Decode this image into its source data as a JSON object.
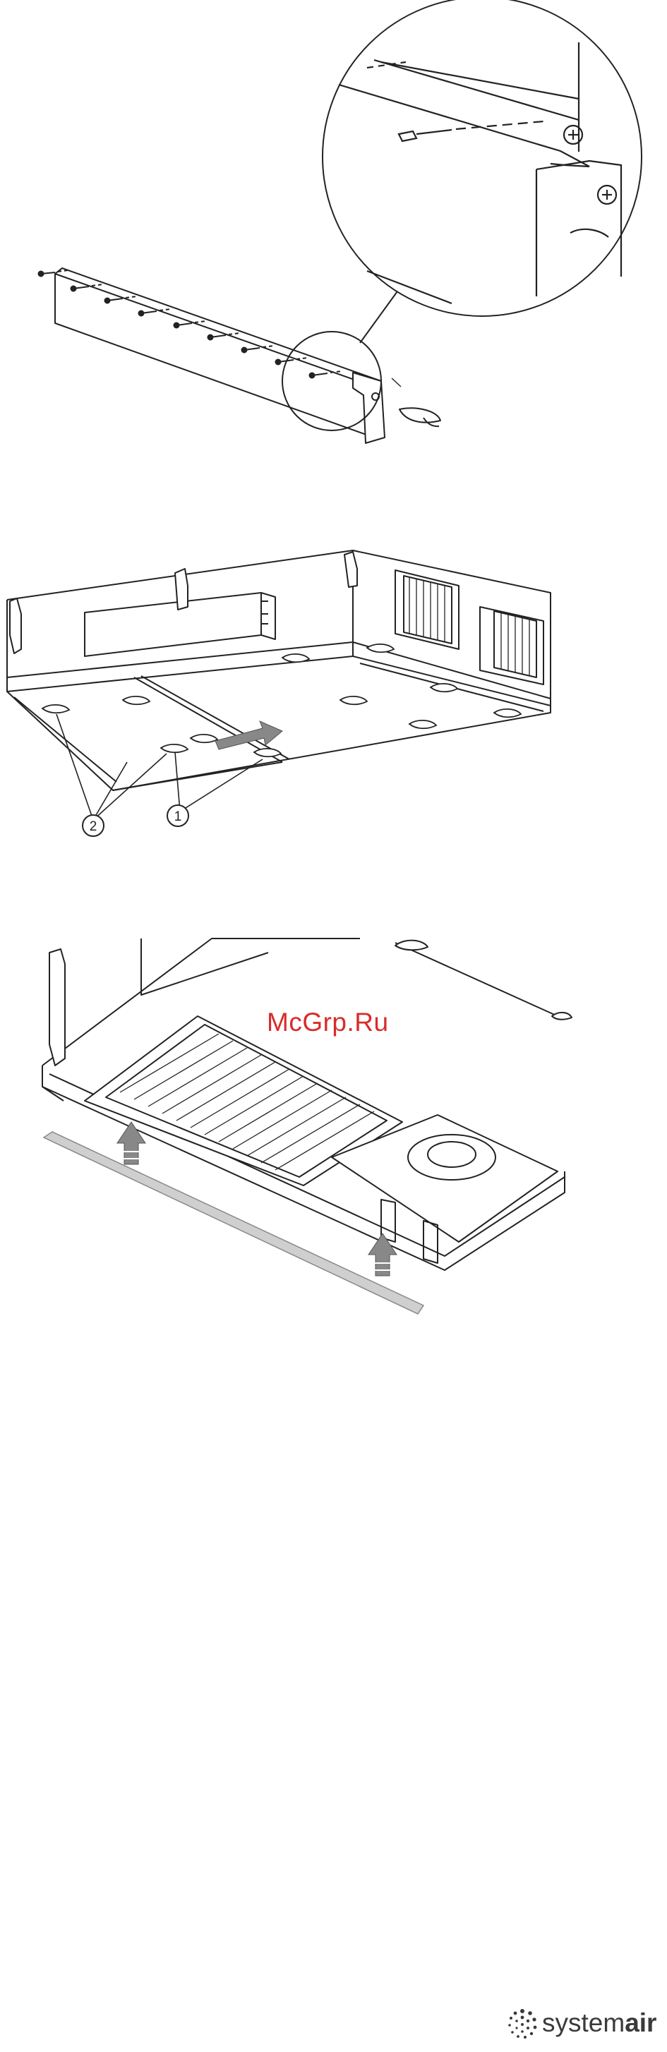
{
  "figures": [
    {
      "id": "fig1",
      "callouts": []
    },
    {
      "id": "fig2",
      "callouts": [
        "2",
        "1"
      ]
    },
    {
      "id": "fig3",
      "callouts": []
    }
  ],
  "watermark": "McGrp.Ru",
  "brand": {
    "prefix": "system",
    "suffix": "air"
  }
}
